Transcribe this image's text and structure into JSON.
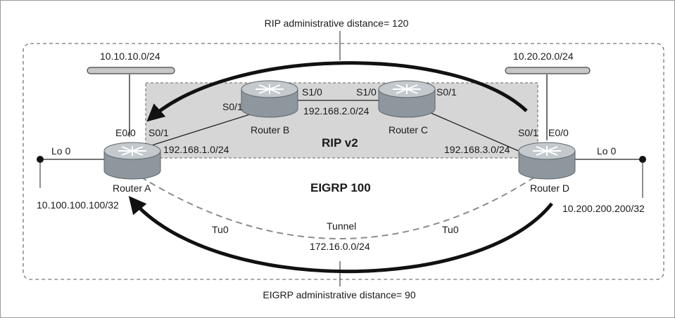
{
  "colors": {
    "rip_region_fill": "#d6d6d6",
    "router_fill": "#9ea7ad",
    "arrow": "#111111",
    "tunnel": "#8c8c8c",
    "frame": "#999999"
  },
  "labels": {
    "rip_distance": "RIP administrative distance= 120",
    "eigrp_distance": "EIGRP administrative distance= 90",
    "rip_region": "RIP v2",
    "eigrp_region": "EIGRP 100",
    "tunnel_name": "Tunnel",
    "tunnel_network": "172.16.0.0/24"
  },
  "networks": {
    "lan_a": "10.10.10.0/24",
    "lan_d": "10.20.20.0/24",
    "link_ab": "192.168.1.0/24",
    "link_bc": "192.168.2.0/24",
    "link_cd": "192.168.3.0/24",
    "loop_a": "10.100.100.100/32",
    "loop_d": "10.200.200.200/32"
  },
  "routers": {
    "a": {
      "name": "Router A",
      "e0": "E0/0",
      "s0": "S0/1",
      "lo": "Lo 0",
      "tu": "Tu0"
    },
    "b": {
      "name": "Router B",
      "s0": "S0/1",
      "s1": "S1/0"
    },
    "c": {
      "name": "Router C",
      "s1": "S1/0",
      "s0": "S0/1"
    },
    "d": {
      "name": "Router D",
      "e0": "E0/0",
      "s0": "S0/1",
      "lo": "Lo 0",
      "tu": "Tu0"
    }
  },
  "icons": {
    "router": "router-icon",
    "lan": "ethernet-segment-icon",
    "loopback": "loopback-endpoint-icon"
  }
}
